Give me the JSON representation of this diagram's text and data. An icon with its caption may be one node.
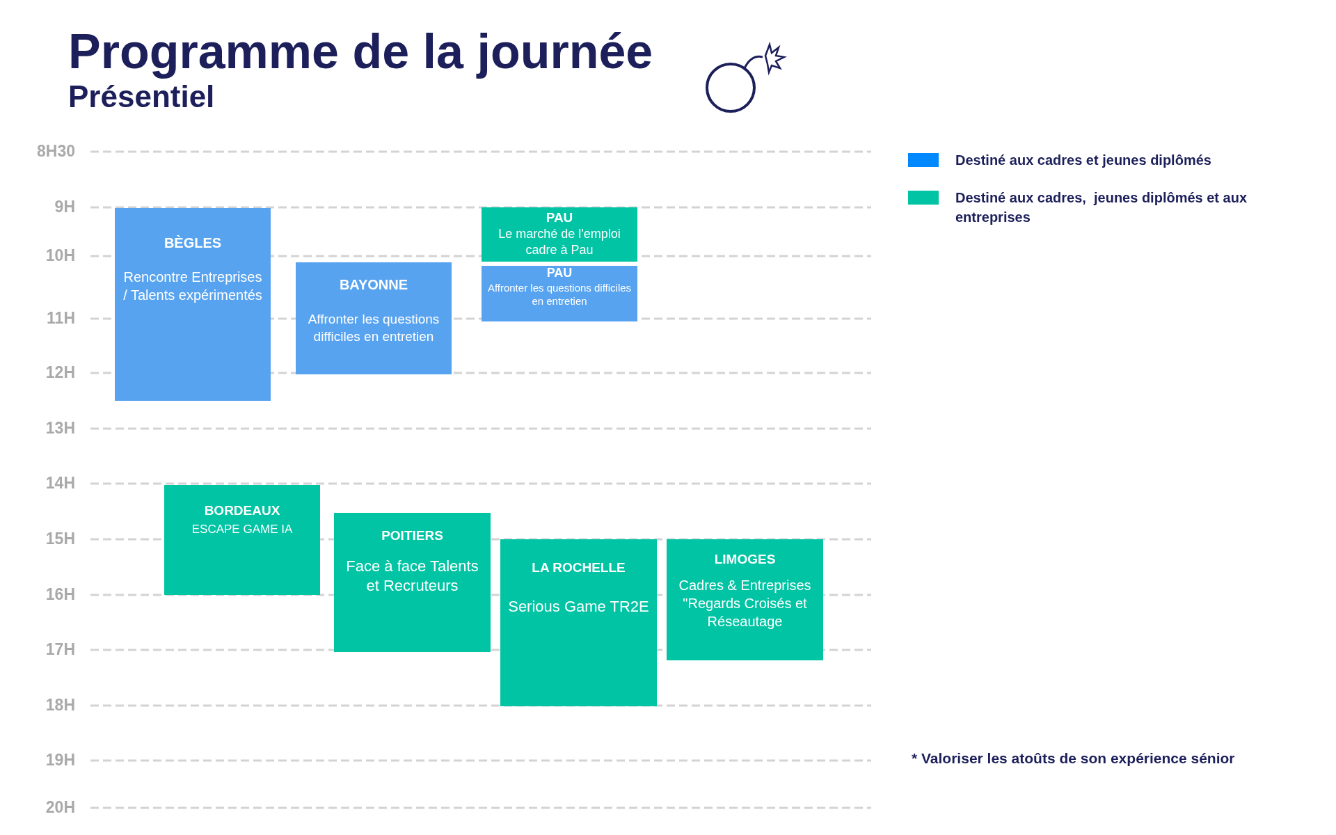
{
  "diagram": {
    "title": "Programme de la journée",
    "nodes": [
      {
        "text": [
          "BÈGLES",
          "Rencontre Entreprises / Talents expérimentés"
        ]
      },
      {
        "text": [
          "BAYONNE",
          "Affronter les questions difficiles en entretien"
        ]
      },
      {
        "text": [
          "PAU",
          "Le marché de l'emploi cadre à Pau"
        ]
      },
      {
        "text": [
          "PAU",
          "Affronter les questions difficiles en entretien"
        ]
      },
      {
        "text": [
          "BORDEAUX",
          "ESCAPE GAME IA"
        ]
      },
      {
        "text": [
          "POITIERS",
          "Face à face Talents et Recruteurs"
        ]
      },
      {
        "text": [
          "LA ROCHELLE",
          "Serious Game TR2E"
        ]
      },
      {
        "text": [
          "LIMOGES",
          "Cadres & Entreprises \"Regards Croisés et Réseautage"
        ]
      }
    ],
    "labels": [
      "Présentiel",
      "8H30",
      "9H",
      "10H",
      "11H",
      "12H",
      "13H",
      "14H",
      "15H",
      "16H",
      "17H",
      "18H",
      "19H",
      "20H",
      "* Valoriser les atoûts de son expérience sénior"
    ],
    "legend": [
      {
        "text": "Destiné aux cadres et jeunes diplômés",
        "color": "#0088ff"
      },
      {
        "text": "Destiné aux cadres,  jeunes diplômés et aux entreprises",
        "color": "#00c4a3"
      }
    ]
  }
}
